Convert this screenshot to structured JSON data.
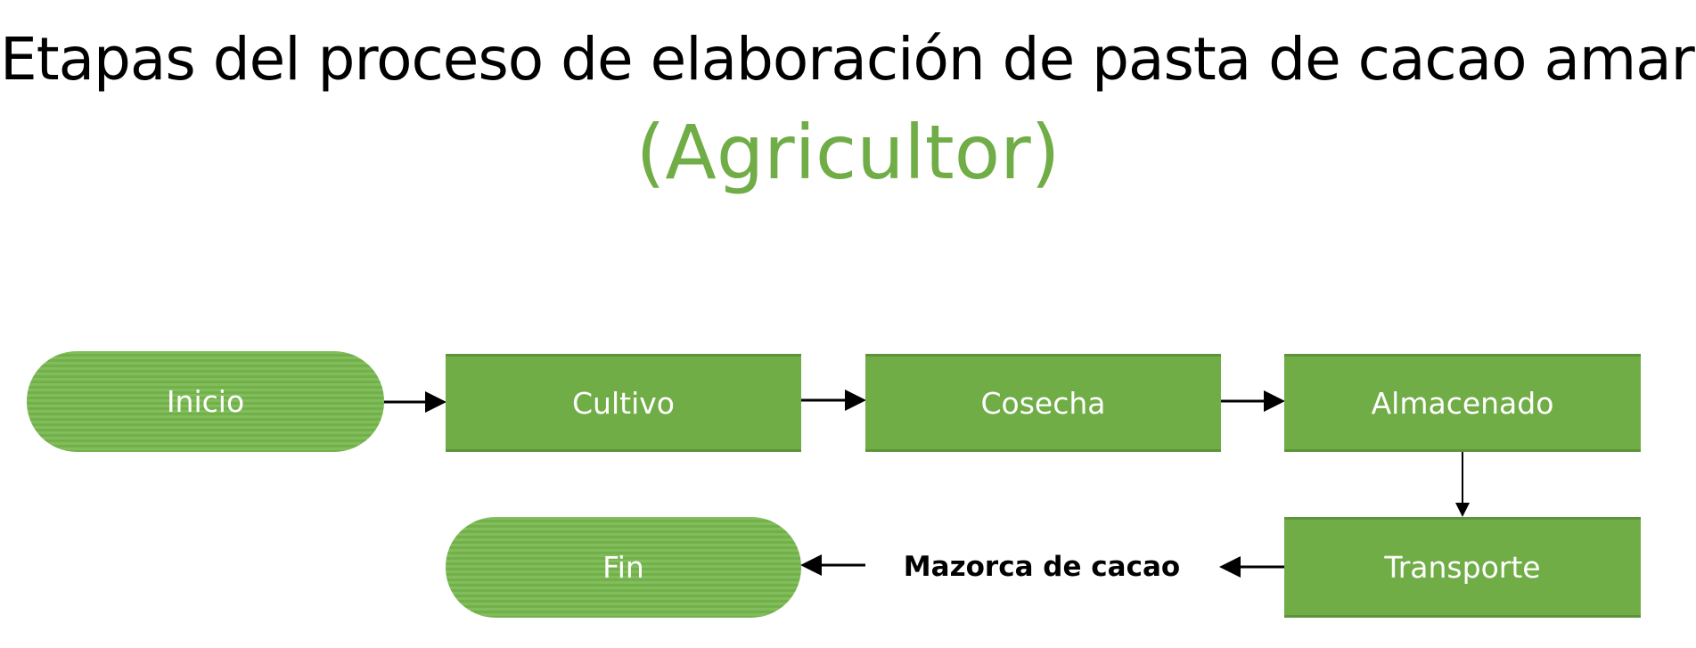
{
  "title": {
    "line1": "Etapas del proceso de elaboración de pasta de cacao amarga",
    "line2": "(Agricultor)"
  },
  "nodes": {
    "start": "Inicio",
    "cultivo": "Cultivo",
    "cosecha": "Cosecha",
    "almacenado": "Almacenado",
    "transporte": "Transporte",
    "end": "Fin"
  },
  "output_label": "Mazorca de cacao",
  "colors": {
    "accent": "#70ad47"
  }
}
